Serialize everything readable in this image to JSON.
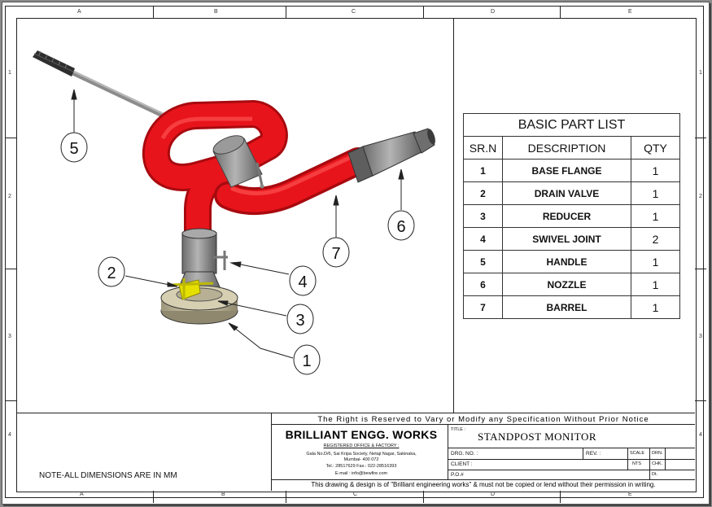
{
  "drawing": {
    "column_labels": [
      "A",
      "B",
      "C",
      "D",
      "E"
    ],
    "row_labels": [
      "1",
      "2",
      "3",
      "4"
    ],
    "note": "NOTE-ALL DIMENSIONS ARE IN MM"
  },
  "part_list": {
    "title": "BASIC PART LIST",
    "headers": [
      "SR.N",
      "DESCRIPTION",
      "QTY"
    ],
    "rows": [
      {
        "sr": "1",
        "description": "BASE FLANGE",
        "qty": "1"
      },
      {
        "sr": "2",
        "description": "DRAIN VALVE",
        "qty": "1"
      },
      {
        "sr": "3",
        "description": "REDUCER",
        "qty": "1"
      },
      {
        "sr": "4",
        "description": "SWIVEL JOINT",
        "qty": "2"
      },
      {
        "sr": "5",
        "description": "HANDLE",
        "qty": "1"
      },
      {
        "sr": "6",
        "description": "NOZZLE",
        "qty": "1"
      },
      {
        "sr": "7",
        "description": "BARREL",
        "qty": "1"
      }
    ]
  },
  "callouts": [
    "1",
    "2",
    "3",
    "4",
    "5",
    "6",
    "7"
  ],
  "title_block": {
    "rights_notice": "The Right is Reserved to Vary or Modify any Specification Without Prior Notice",
    "company": "BRILLIANT ENGG. WORKS",
    "office_label": "REGISTERED OFFICE & FACTORY :",
    "address_1": "Gala No.D/6, Sai Kripa Society, Netaji Nagar, Sakinaka,",
    "address_2": "Mumbai- 400 072",
    "phone": "Tel.: 28517629     Fax.: 022-28516393",
    "email": "E-mail : info@bewfire.com",
    "title_label": "TITLE :",
    "title_value": "STANDPOST MONITOR",
    "drg_label": "DRG. NO. :",
    "rev_label": "REV. :",
    "scale_label": "SCALE",
    "drn_label": "DRN.",
    "client_label": "CLIENT :",
    "nts_label": "NTS",
    "chk_label": "CHK.",
    "po_label": "P.O.#",
    "dt_label": "Dt.",
    "copyright": "This drawing & design is of \"Brilliant engineering works\" & must not be copied or lend without their permission in writing."
  },
  "colors": {
    "barrel": "#e8141b",
    "metal": "#8c8c8c",
    "base": "#c9c2a4",
    "drain_valve": "#e6e000"
  }
}
